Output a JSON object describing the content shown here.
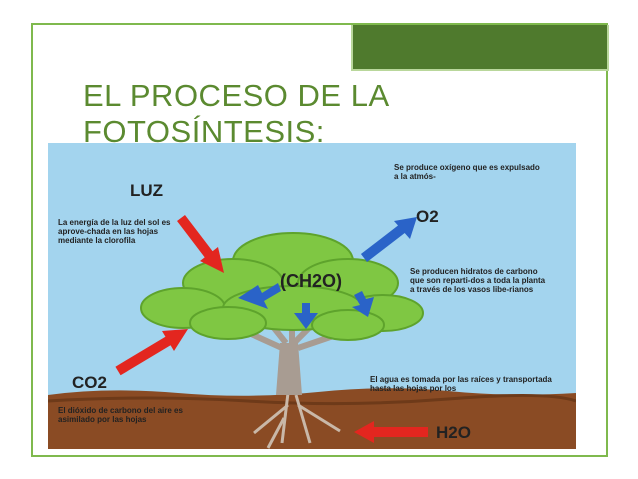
{
  "slide": {
    "title": "EL PROCESO DE LA\nFOTOSÍNTESIS:"
  },
  "diagram": {
    "luz": "LUZ",
    "luz_text": "La energía de la luz del sol es aprove-chada en las hojas mediante la clorofila",
    "co2": "CO2",
    "co2_text": "El dióxido de carbono del aire es asimilado por las hojas",
    "o2": "O2",
    "o2_text": "Se produce oxígeno que es expulsado a la atmós-",
    "ch2o": "(CH2O)",
    "ch2o_text": "Se producen hidratos de carbono que son reparti-dos a toda la planta a través de los vasos libe-rianos",
    "h2o": "H2O",
    "h2o_text": "El agua es tomada por las raíces y transportada hasta las hojas por los"
  },
  "colors": {
    "accent": "#5b8a30",
    "frame": "#7fb94d",
    "tab": "#4f7a2d",
    "sky": "#a3d4ee",
    "soil": "#8a4b24",
    "foliage": "#7fc743",
    "red_arrow": "#e3261f",
    "blue_arrow": "#2a63c8"
  }
}
